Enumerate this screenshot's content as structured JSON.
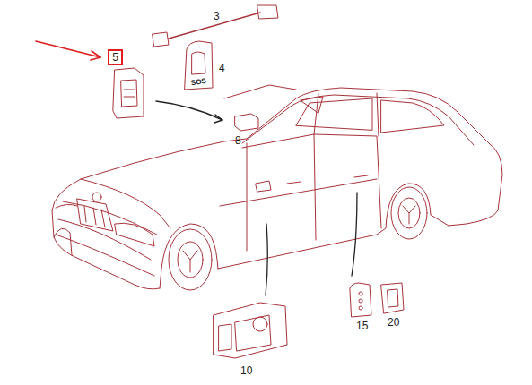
{
  "diagram": {
    "nodes": [
      {
        "text": [
          "5"
        ]
      }
    ],
    "labels": [
      "3",
      "4",
      "SOS",
      "8",
      "10",
      "15",
      "20"
    ]
  }
}
